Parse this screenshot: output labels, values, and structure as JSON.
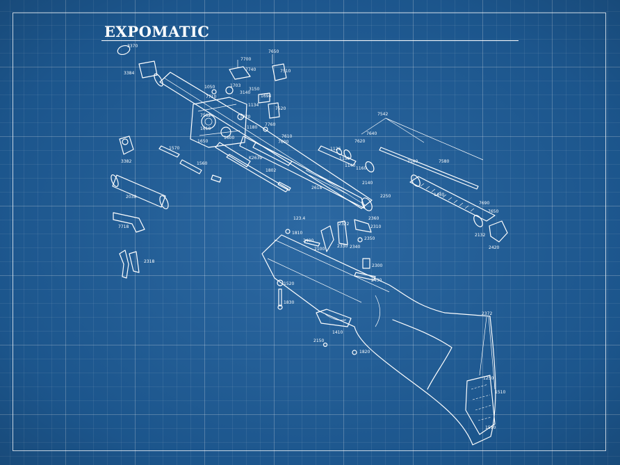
{
  "title": "EXPOMATIC",
  "part_labels": {
    "p3370": "3370",
    "p3384": "3384",
    "p7650a": "7650",
    "p7700": "7700",
    "p7740": "7740",
    "p7510": "7510",
    "p1050": "1050",
    "p1703": "1703",
    "p7710": "7710",
    "p3140": "3140",
    "p3150": "3150",
    "p1694": "1694",
    "p1134": "1134",
    "p7520": "7520",
    "p7562": "7562",
    "p1770": "1770",
    "p1610": "1610",
    "p1180": "1180",
    "p7760": "7760",
    "p1650": "1650",
    "p1600": "1600",
    "p7610": "7610",
    "p7600": "7600",
    "p1570": "1570",
    "p1560": "1560",
    "p1802": "1802",
    "pK2639": "K2639",
    "p3382": "3382",
    "p2038": "2038",
    "p2618": "2618",
    "p7542": "7542",
    "p7640": "7640",
    "p7620": "7620",
    "p1126": "1126",
    "p1150": "1150",
    "p1140": "1140",
    "p1160": "1160",
    "p7540": "7540",
    "p7580": "7580",
    "p1440": "1440",
    "p2140": "2140",
    "p2250": "2250",
    "p7690": "7690",
    "p7650b": "7650",
    "p2132": "2132",
    "p2420": "2420",
    "p7718": "7718",
    "p1234": "123.4",
    "p1810": "1810",
    "p2322": "2322",
    "p2360": "2360",
    "p2310": "2310",
    "p2400": "2400",
    "p2100": "2100",
    "p2330": "2330",
    "p2340": "2340",
    "p2350": "2350",
    "p2300": "2300",
    "p2430": "2430",
    "p2318": "2318",
    "p1520": "1520",
    "p1830": "1830",
    "p1410": "1410",
    "p2150": "2150",
    "p1820": "1820",
    "p2372": "2372",
    "p1250": "1250",
    "p1510a": "1510",
    "p1510b": "1510"
  }
}
